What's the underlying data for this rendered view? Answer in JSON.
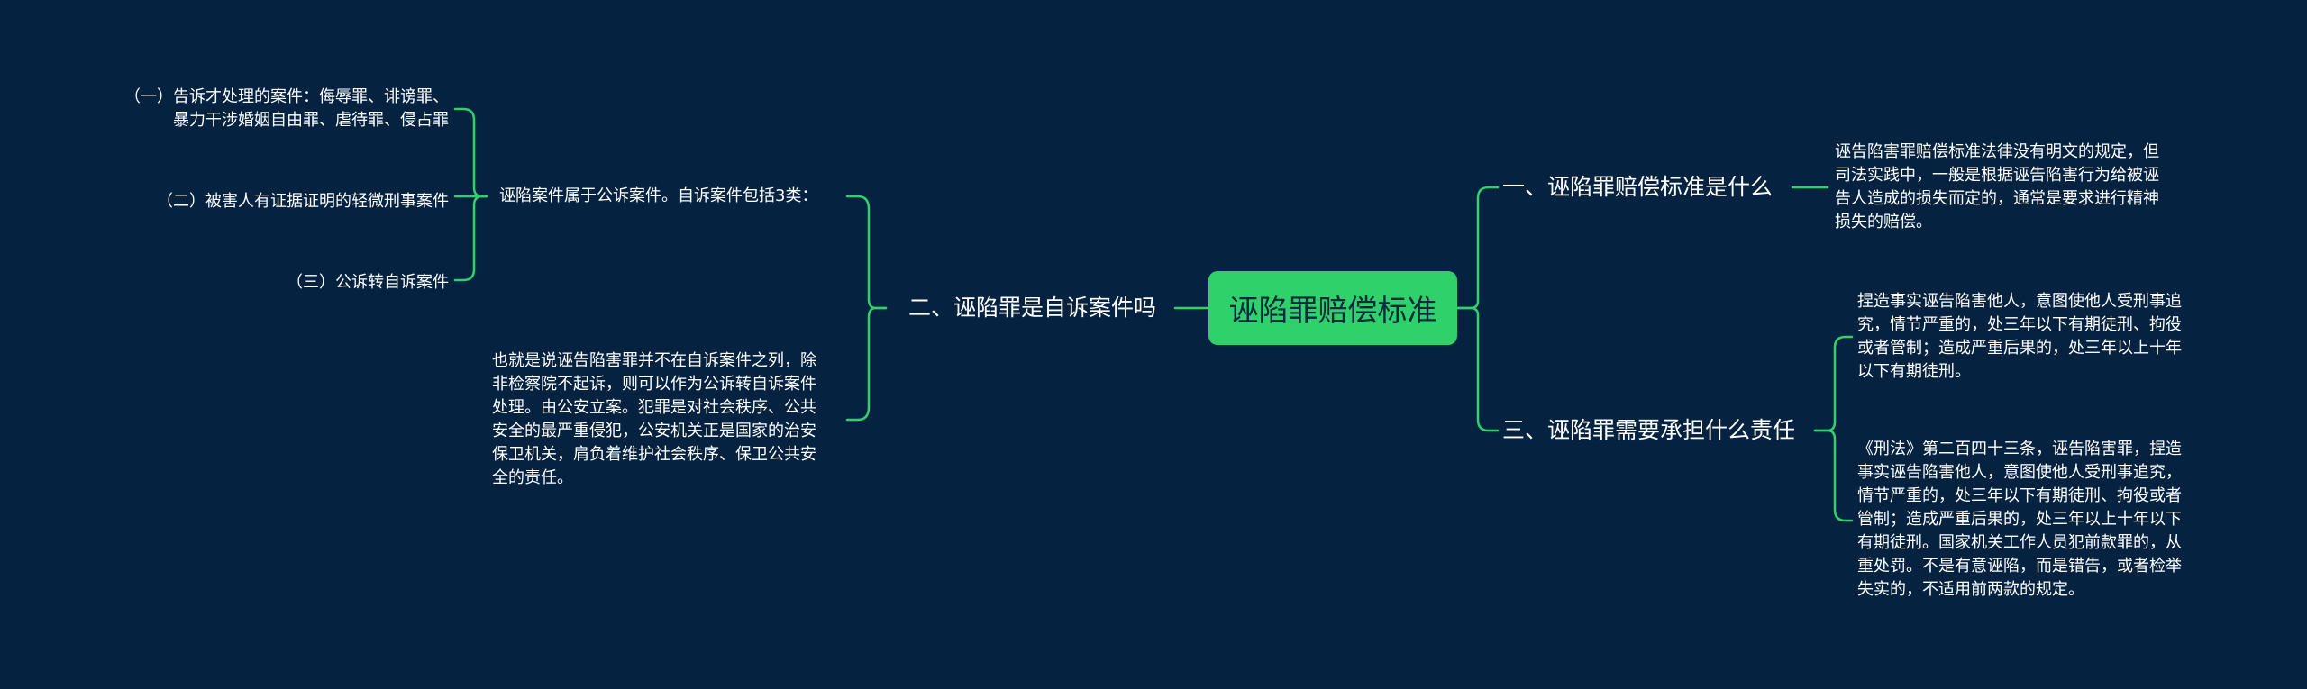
{
  "colors": {
    "background": "#052240",
    "root_fill": "#2ed16a",
    "link": "#2ed16a",
    "text": "#ffffff"
  },
  "root": "诬陷罪赔偿标准",
  "right": [
    {
      "label": "一、诬陷罪赔偿标准是什么",
      "children": [
        "诬告陷害罪赔偿标准法律没有明文的规定，但\n司法实践中，一般是根据诬告陷害行为给被诬\n告人造成的损失而定的，通常是要求进行精神\n损失的赔偿。"
      ]
    },
    {
      "label": "三、诬陷罪需要承担什么责任",
      "children": [
        "捏造事实诬告陷害他人，意图使他人受刑事追\n究，情节严重的，处三年以下有期徒刑、拘役\n或者管制；造成严重后果的，处三年以上十年\n以下有期徒刑。",
        "《刑法》第二百四十三条，诬告陷害罪，捏造\n事实诬告陷害他人，意图使他人受刑事追究，\n情节严重的，处三年以下有期徒刑、拘役或者\n管制；造成严重后果的，处三年以上十年以下\n有期徒刑。国家机关工作人员犯前款罪的，从\n重处罚。不是有意诬陷，而是错告，或者检举\n失实的，不适用前两款的规定。"
      ]
    }
  ],
  "left": [
    {
      "label": "二、诬陷罪是自诉案件吗",
      "children": [
        {
          "text": "诬陷案件属于公诉案件。自诉案件包括3类：",
          "children": [
            "（一）告诉才处理的案件：侮辱罪、诽谤罪、\n暴力干涉婚姻自由罪、虐待罪、侵占罪",
            "（二）被害人有证据证明的轻微刑事案件",
            "（三）公诉转自诉案件"
          ]
        },
        {
          "text": "也就是说诬告陷害罪并不在自诉案件之列，除\n非检察院不起诉，则可以作为公诉转自诉案件\n处理。由公安立案。犯罪是对社会秩序、公共\n安全的最严重侵犯，公安机关正是国家的治安\n保卫机关，肩负着维护社会秩序、保卫公共安\n全的责任。"
        }
      ]
    }
  ]
}
